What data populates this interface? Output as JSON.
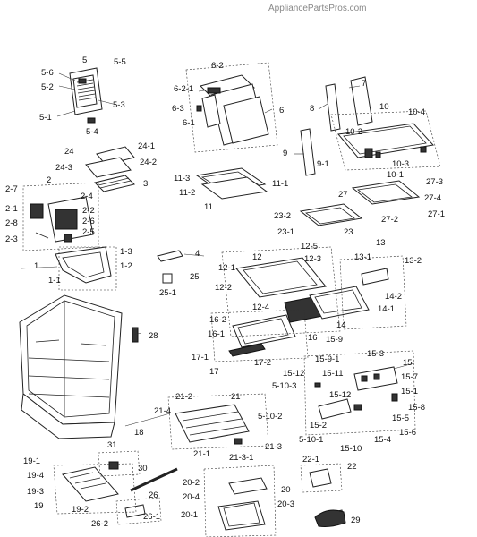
{
  "watermark": "AppliancePartsPros.com",
  "labels": [
    "5",
    "5-5",
    "5-6",
    "5-2",
    "5-3",
    "5-1",
    "5-4",
    "6-2",
    "6-2-1",
    "6-3",
    "6",
    "6-1",
    "7",
    "8",
    "10",
    "10-4",
    "10-2",
    "9",
    "9-1",
    "10-3",
    "10-1",
    "24",
    "24-1",
    "24-2",
    "24-3",
    "3",
    "2-7",
    "2",
    "2-4",
    "2-1",
    "2-2",
    "2-8",
    "2-6",
    "2-3",
    "2-5",
    "11-3",
    "11-1",
    "11-2",
    "11",
    "27",
    "27-3",
    "27-4",
    "27-2",
    "27-1",
    "23-2",
    "23",
    "23-1",
    "1-3",
    "1-2",
    "1",
    "1-1",
    "4",
    "25",
    "25-1",
    "12-5",
    "12",
    "12-3",
    "12-1",
    "12-2",
    "12-4",
    "13",
    "13-1",
    "13-2",
    "14-2",
    "14-1",
    "14",
    "16-2",
    "16-1",
    "16",
    "17-1",
    "17-2",
    "17",
    "28",
    "15-9",
    "15-3",
    "15-9-1",
    "15",
    "15-7",
    "15-1",
    "15-12",
    "15-11",
    "5-10-3",
    "15-12",
    "5-10-2",
    "15-2",
    "15-8",
    "15-5",
    "15-6",
    "5-10-1",
    "15-10",
    "15-4",
    "21-2",
    "21",
    "21-4",
    "18",
    "21-1",
    "21-3",
    "21-3-1",
    "31",
    "30",
    "19-1",
    "19-4",
    "19-3",
    "19",
    "19-2",
    "26",
    "26-1",
    "26-2",
    "20-2",
    "20-4",
    "20",
    "20-3",
    "20-1",
    "22-1",
    "22",
    "29"
  ]
}
